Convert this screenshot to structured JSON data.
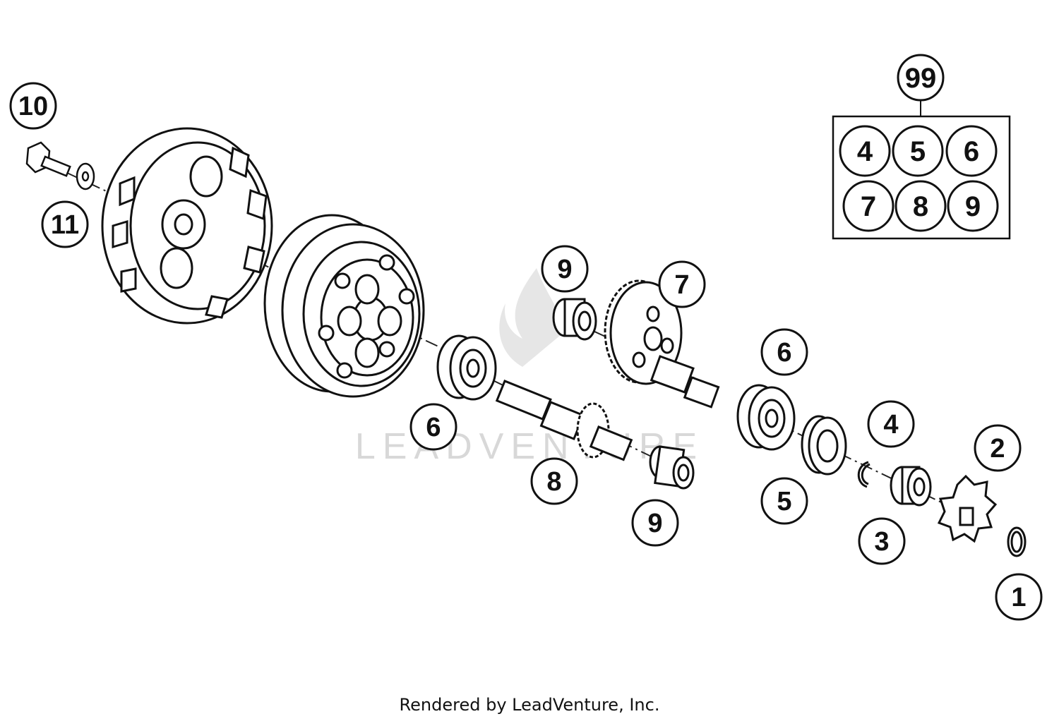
{
  "callouts": [
    {
      "id": "c10",
      "label": "10"
    },
    {
      "id": "c11",
      "label": "11"
    },
    {
      "id": "c9a",
      "label": "9"
    },
    {
      "id": "c7",
      "label": "7"
    },
    {
      "id": "c6a",
      "label": "6"
    },
    {
      "id": "c6b",
      "label": "6"
    },
    {
      "id": "c8",
      "label": "8"
    },
    {
      "id": "c9b",
      "label": "9"
    },
    {
      "id": "c5",
      "label": "5"
    },
    {
      "id": "c4",
      "label": "4"
    },
    {
      "id": "c3",
      "label": "3"
    },
    {
      "id": "c2",
      "label": "2"
    },
    {
      "id": "c1",
      "label": "1"
    }
  ],
  "kit": {
    "label": "99",
    "items": [
      "4",
      "5",
      "6",
      "7",
      "8",
      "9"
    ]
  },
  "watermark": "LEADVENTURE",
  "footer": "Rendered by LeadVenture, Inc."
}
